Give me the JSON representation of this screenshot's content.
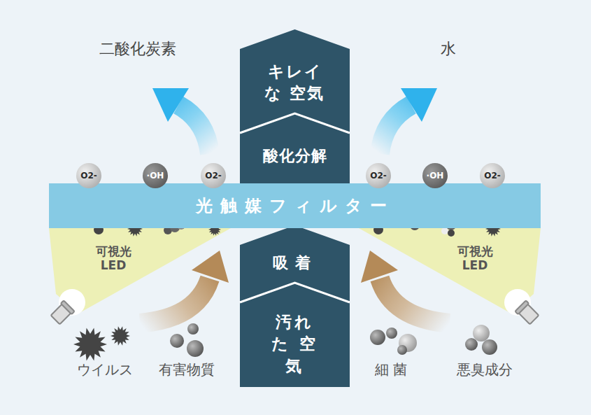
{
  "diagram": {
    "nodes": [
      {
        "text": [
          "キレイな 空気"
        ]
      },
      {
        "text": [
          "O2-"
        ]
      },
      {
        "text": [
          "·OH"
        ]
      },
      {
        "text": [
          "O2-"
        ]
      },
      {
        "text": [
          "酸化分解"
        ]
      },
      {
        "text": [
          "O2-"
        ]
      },
      {
        "text": [
          "·OH"
        ]
      },
      {
        "text": [
          "O2-"
        ]
      },
      {
        "text": [
          "光触媒フィルター"
        ]
      },
      {
        "text": [
          "吸着"
        ]
      },
      {
        "text": [
          "汚れた 空気"
        ]
      }
    ],
    "labels": [
      "二酸化炭素",
      "水",
      "可視光 LED",
      "可視光 LED",
      "ウイルス",
      "有害物質",
      "細 菌",
      "悪臭成分"
    ]
  }
}
